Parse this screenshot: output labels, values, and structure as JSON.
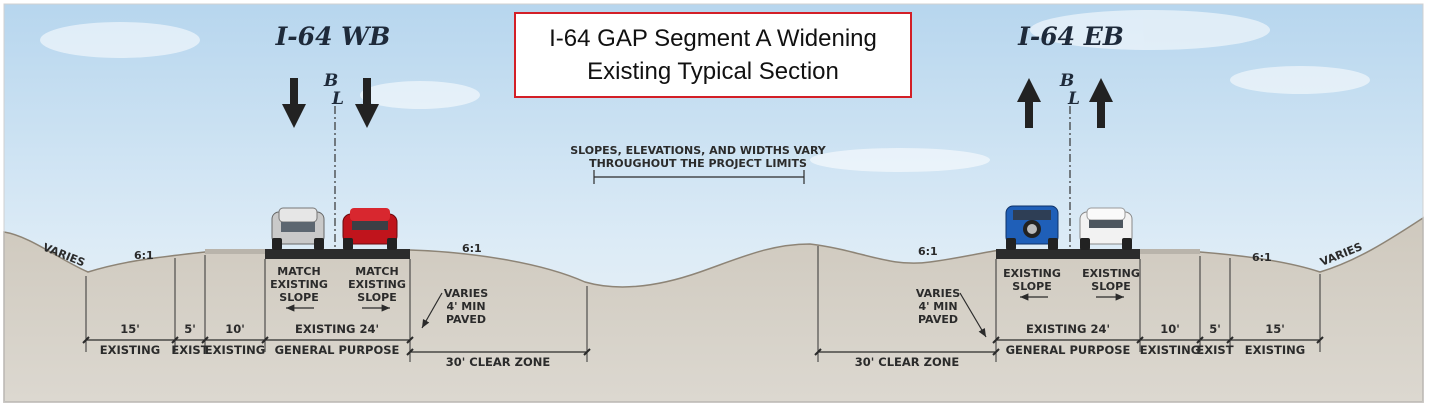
{
  "title": {
    "line1": "I-64 GAP Segment A Widening",
    "line2": "Existing Typical Section"
  },
  "directions": {
    "westbound": "I-64 WB",
    "eastbound": "I-64 EB"
  },
  "baseline_symbol": {
    "top": "B",
    "bottom": "L"
  },
  "note": {
    "line1": "SLOPES, ELEVATIONS, AND WIDTHS VARY",
    "line2": "THROUGHOUT THE PROJECT LIMITS"
  },
  "slope_labels": {
    "varies": "VARIES",
    "ratio": "6:1"
  },
  "lane_notes": {
    "match_existing_slope": [
      "MATCH",
      "EXISTING",
      "SLOPE"
    ],
    "existing_slope": [
      "EXISTING",
      "SLOPE"
    ]
  },
  "paved_note": [
    "VARIES",
    "4' MIN",
    "PAVED"
  ],
  "dimensions": {
    "left": [
      {
        "top": "15'",
        "bottom": "EXISTING"
      },
      {
        "top": "5'",
        "bottom": "EXIST"
      },
      {
        "top": "10'",
        "bottom": "EXISTING"
      },
      {
        "top": "EXISTING 24'",
        "bottom": "GENERAL PURPOSE"
      }
    ],
    "right": [
      {
        "top": "EXISTING 24'",
        "bottom": "GENERAL PURPOSE"
      },
      {
        "top": "10'",
        "bottom": "EXISTING"
      },
      {
        "top": "5'",
        "bottom": "EXIST"
      },
      {
        "top": "15'",
        "bottom": "EXISTING"
      }
    ],
    "clear_zone": "30' CLEAR ZONE"
  },
  "colors": {
    "sky_top": "#bcd9ee",
    "sky_bottom": "#eaf3f9",
    "ground": "#d2cdc4",
    "ground_line": "#8d8476",
    "pavement": "#2c2c2c",
    "title_border": "#d31f27",
    "car_silver": "#c8c8c8",
    "car_red": "#c0141c",
    "car_blue": "#1f5fb8",
    "car_white": "#f2f2f2"
  }
}
